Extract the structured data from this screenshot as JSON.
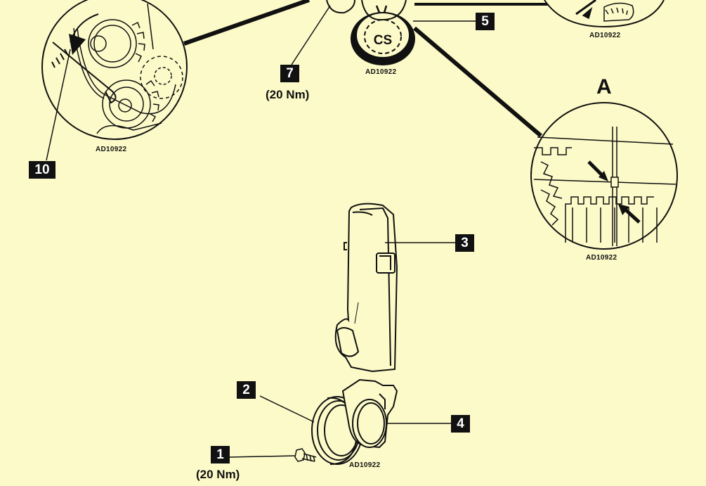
{
  "callouts": {
    "c1": "1",
    "c2": "2",
    "c3": "3",
    "c4": "4",
    "c5": "5",
    "c7": "7",
    "c10": "10"
  },
  "torques": {
    "t7": "(20 Nm)",
    "t1": "(20 Nm)"
  },
  "refs": {
    "r_left": "AD10922",
    "r_top_center": "AD10922",
    "r_top_right": "AD10922",
    "r_right": "AD10922",
    "r_bottom": "AD10922"
  },
  "detail": {
    "letter": "A"
  },
  "marks": {
    "cs": "CS"
  },
  "colors": {
    "background": "#FCFAC8",
    "ink": "#111111",
    "callout_bg": "#111111",
    "callout_text": "#FFFFFF"
  }
}
